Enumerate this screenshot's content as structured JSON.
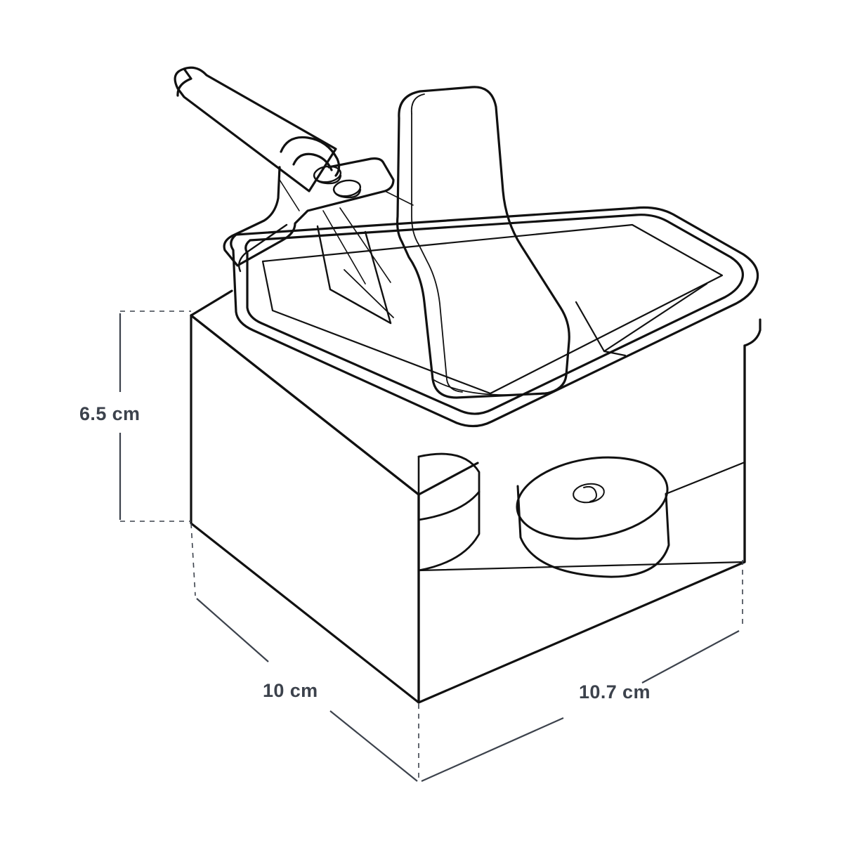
{
  "figure": {
    "kind": "product-dimension-line-drawing",
    "subject": "cardboard box containing a molded tray with a handheld device, a bottle and two round tins",
    "background_color": "#ffffff",
    "line_color": "#111111",
    "dimension_line_color": "#3c424c",
    "dimension_text_color": "#3c424c"
  },
  "dimensions": {
    "height": {
      "value": "6.5 cm",
      "axis": "vertical",
      "position": "left"
    },
    "depth": {
      "value": "10 cm",
      "axis": "diagonal-left",
      "position": "bottom-left"
    },
    "width": {
      "value": "10.7 cm",
      "axis": "diagonal-right",
      "position": "bottom-right"
    }
  },
  "parts": {
    "box": "outer-box",
    "tray": "molded-insert-tray",
    "device": "handheld-device-with-handle",
    "buttons": "control-buttons",
    "bottle": "bottle",
    "tin_left": "round-tin-left",
    "tin_right": "round-tin-right",
    "wick": "tin-wick"
  }
}
